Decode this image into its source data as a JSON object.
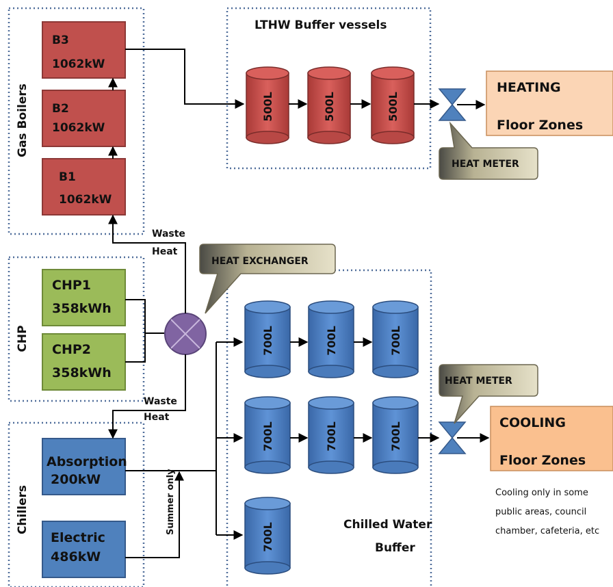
{
  "groups": {
    "gas_boilers": "Gas Boilers",
    "chp": "CHP",
    "chillers": "Chillers",
    "lthw": "LTHW Buffer vessels",
    "chilled_line1": "Chilled Water",
    "chilled_line2": "Buffer"
  },
  "boilers": [
    {
      "name": "B3",
      "power": "1062kW"
    },
    {
      "name": "B2",
      "power": "1062kW"
    },
    {
      "name": "B1",
      "power": "1062kW"
    }
  ],
  "chp_units": [
    {
      "name": "CHP1",
      "power": "358kWh"
    },
    {
      "name": "CHP2",
      "power": "358kWh"
    }
  ],
  "chillers": [
    {
      "name": "Absorption",
      "power": "200kW"
    },
    {
      "name": "Electric",
      "power": "486kW"
    }
  ],
  "hot_vessels": [
    "500L",
    "500L",
    "500L"
  ],
  "cold_vessels_row1": [
    "700L",
    "700L",
    "700L"
  ],
  "cold_vessels_row2": [
    "700L",
    "700L",
    "700L"
  ],
  "cold_vessel_single": "700L",
  "labels": {
    "waste_heat_1": "Waste",
    "waste_heat_2": "Heat",
    "summer_only": "Summer only",
    "heat_exchanger": "HEAT EXCHANGER",
    "heat_meter": "HEAT METER"
  },
  "heating": {
    "title": "HEATING",
    "sub": "Floor Zones"
  },
  "cooling": {
    "title": "COOLING",
    "sub": "Floor Zones"
  },
  "cooling_note": [
    "Cooling only in some",
    "public areas, council",
    "chamber, cafeteria, etc"
  ],
  "colors": {
    "boiler": "#c0504d",
    "chp": "#9bbb59",
    "chiller": "#4f81bd",
    "heating_box": "#fbd5b5",
    "cooling_box": "#fac08f",
    "exchanger": "#8064a2",
    "callout": "#c4bd97",
    "dotted": "#4f6d9a"
  }
}
